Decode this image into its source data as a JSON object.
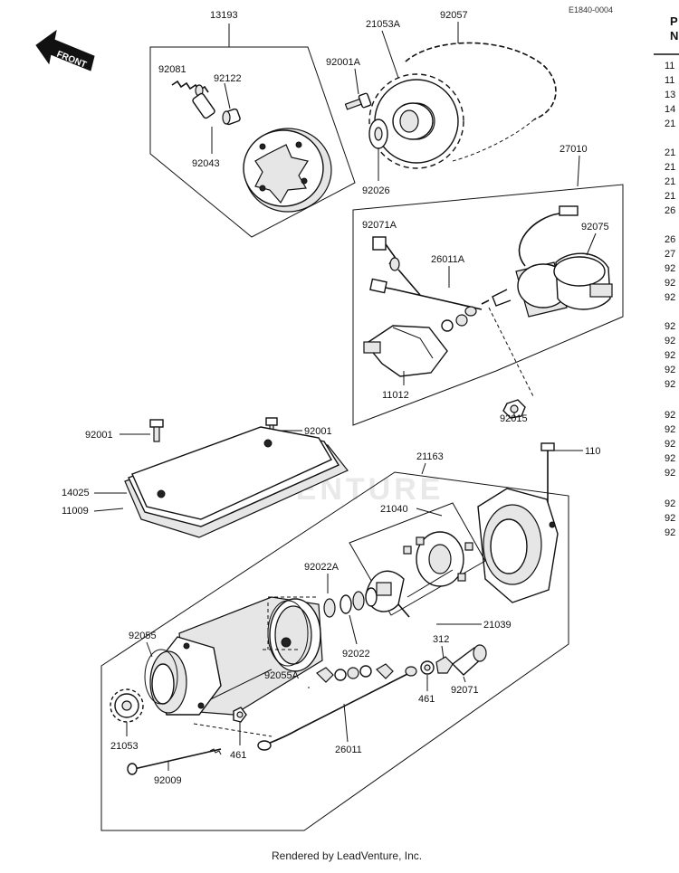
{
  "diagram": {
    "code": "E1840-0004",
    "front_label": "FRONT",
    "footer": "Rendered by LeadVenture, Inc.",
    "watermark": "VENTURE",
    "side_header_lines": [
      "P",
      "N"
    ],
    "side_list": [
      "11",
      "11",
      "13",
      "14",
      "21",
      "21",
      "21",
      "21",
      "21",
      "26",
      "26",
      "27",
      "92",
      "92",
      "92",
      "92",
      "92",
      "92",
      "92",
      "92",
      "92",
      "92",
      "92",
      "92",
      "92",
      "92",
      "92",
      "92"
    ],
    "labels": {
      "p13193": "13193",
      "p92081": "92081",
      "p92122": "92122",
      "p92043": "92043",
      "p21053a": "21053A",
      "p92057": "92057",
      "p92001a": "92001A",
      "p92026": "92026",
      "p27010": "27010",
      "p92071a": "92071A",
      "p92075": "92075",
      "p26011a": "26011A",
      "p11012": "11012",
      "p92015": "92015",
      "p92001_top": "92001",
      "p92001_left": "92001",
      "p21163": "21163",
      "p110": "110",
      "p14025": "14025",
      "p11009": "11009",
      "p21040": "21040",
      "p92022a": "92022A",
      "p21039": "21039",
      "p92055": "92055",
      "p92022": "92022",
      "p312": "312",
      "p92055a": "92055A",
      "p461_mid": "461",
      "p92071": "92071",
      "p21053": "21053",
      "p26011": "26011",
      "p461_bot": "461",
      "p92009": "92009"
    }
  }
}
